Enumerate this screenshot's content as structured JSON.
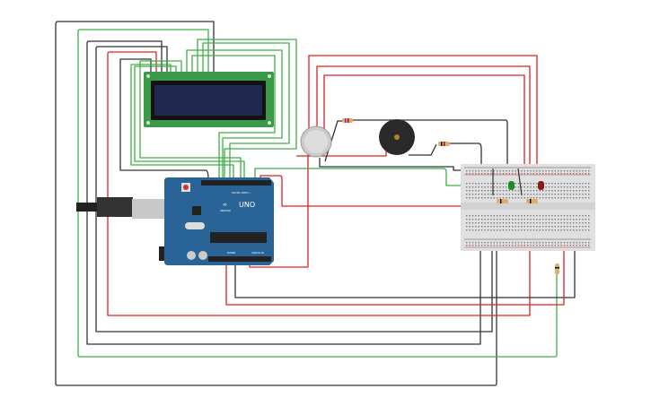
{
  "arduino": {
    "model": "UNO",
    "brand": "ARDUINO",
    "digital_label": "DIGITAL (PWM~)",
    "power_label": "POWER",
    "analog_label": "ANALOG IN"
  },
  "colors": {
    "wire_black": "#333333",
    "wire_red": "#e02020",
    "wire_green": "#3cb043",
    "arduino_blue": "#2a6496",
    "lcd_green": "#3a9a4a",
    "lcd_screen": "#1f2a4e",
    "breadboard": "#e0e0e0",
    "led_green": "#1f8a2a",
    "led_red": "#8a1a1a"
  }
}
